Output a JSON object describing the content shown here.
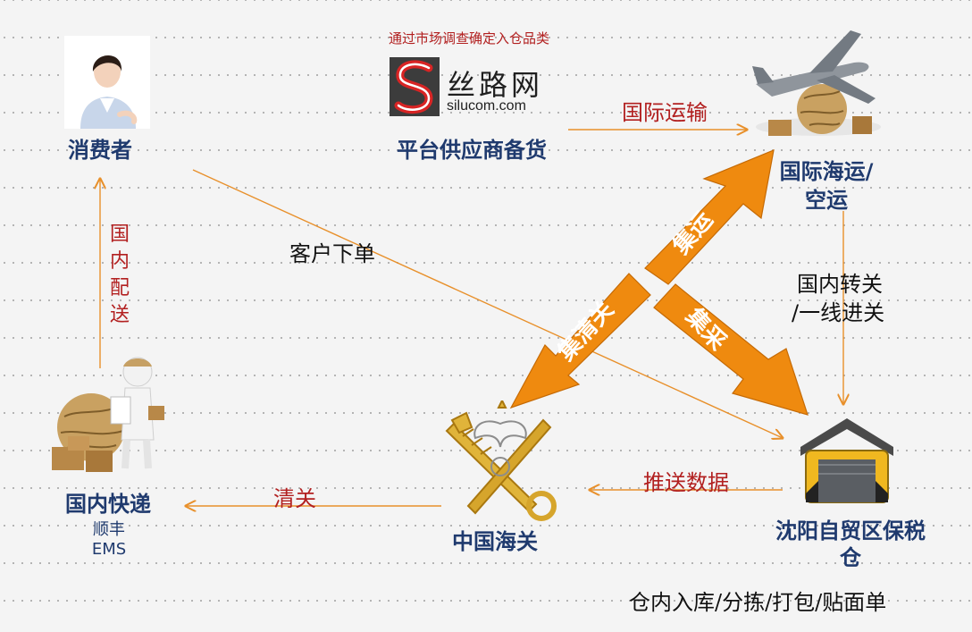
{
  "colors": {
    "navy": "#1f3a6e",
    "red": "#b22020",
    "orange": "#ef8a0f",
    "orange_dark": "#c56a05",
    "line": "#e8902b"
  },
  "top_note": "通过市场调查确定入仓品类",
  "logo": {
    "cn": "丝路网",
    "en": "silucom.com"
  },
  "nodes": {
    "consumer": {
      "label": "消费者",
      "icon": "person-icon"
    },
    "supplier": {
      "label": "平台供应商备货",
      "icon": "silucom-logo"
    },
    "intl_shipping": {
      "label_line1": "国际海运/",
      "label_line2": "空运",
      "icon": "airplane-globe-icon"
    },
    "bonded_warehouse": {
      "label_line1": "沈阳自贸区保税",
      "label_line2": "仓",
      "icon": "warehouse-icon"
    },
    "customs": {
      "label": "中国海关",
      "icon": "customs-emblem-icon"
    },
    "express": {
      "label": "国内快递",
      "sub1": "顺丰",
      "sub2": "EMS",
      "icon": "courier-globe-icon"
    }
  },
  "flow_labels": {
    "intl_transport": "国际运输",
    "domestic_transfer_1": "国内转关",
    "domestic_transfer_2": "/一线进关",
    "push_data": "推送数据",
    "clearance": "清关",
    "domestic_delivery": "国内配送",
    "customer_order": "客户下单",
    "warehouse_ops": "仓内入库/分拣/打包/贴面单"
  },
  "big_arrows": {
    "consolidate_ship": "集运",
    "consolidate_purchase": "集采",
    "consolidate_clearance": "集清关"
  }
}
